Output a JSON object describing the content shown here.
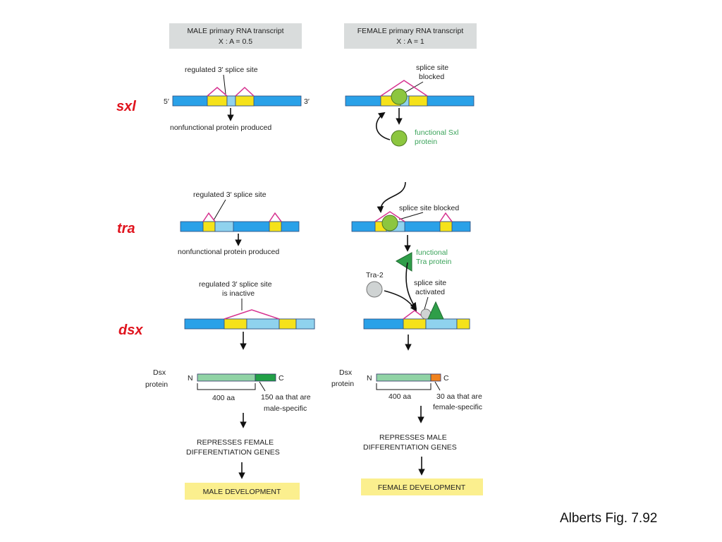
{
  "headers": {
    "male": {
      "line1": "MALE primary RNA transcript",
      "line2": "X : A = 0.5"
    },
    "female": {
      "line1": "FEMALE primary RNA transcript",
      "line2": "X : A = 1"
    }
  },
  "genes": {
    "sxl": "sxl",
    "tra": "tra",
    "dsx": "dsx"
  },
  "sxl": {
    "male_label": "regulated 3′ splice site",
    "five_prime": "5′",
    "three_prime": "3′",
    "male_result": "nonfunctional protein produced",
    "female_label_1": "splice site",
    "female_label_2": "blocked",
    "female_result_1": "functional Sxl",
    "female_result_2": "protein"
  },
  "tra": {
    "male_label": "regulated 3′ splice site",
    "male_result": "nonfunctional protein produced",
    "female_label": "splice site blocked",
    "female_result_1": "functional",
    "female_result_2": "Tra protein"
  },
  "dsx": {
    "male_label_1": "regulated 3′ splice site",
    "male_label_2": "is inactive",
    "tra2_label": "Tra-2",
    "female_label_1": "splice site",
    "female_label_2": "activated"
  },
  "protein": {
    "male": {
      "name_1": "Dsx",
      "name_2": "protein",
      "n_term": "N",
      "c_term": "C",
      "length": "400 aa",
      "specific_1": "150 aa that are",
      "specific_2": "male-specific"
    },
    "female": {
      "name_1": "Dsx",
      "name_2": "protein",
      "n_term": "N",
      "c_term": "C",
      "length": "400 aa",
      "specific_1": "30 aa that are",
      "specific_2": "female-specific"
    }
  },
  "outcome": {
    "male_1": "REPRESSES FEMALE",
    "male_2": "DIFFERENTIATION GENES",
    "male_dev": "MALE DEVELOPMENT",
    "female_1": "REPRESSES MALE",
    "female_2": "DIFFERENTIATION GENES",
    "female_dev": "FEMALE DEVELOPMENT"
  },
  "credit": "Alberts Fig. 7.92"
}
